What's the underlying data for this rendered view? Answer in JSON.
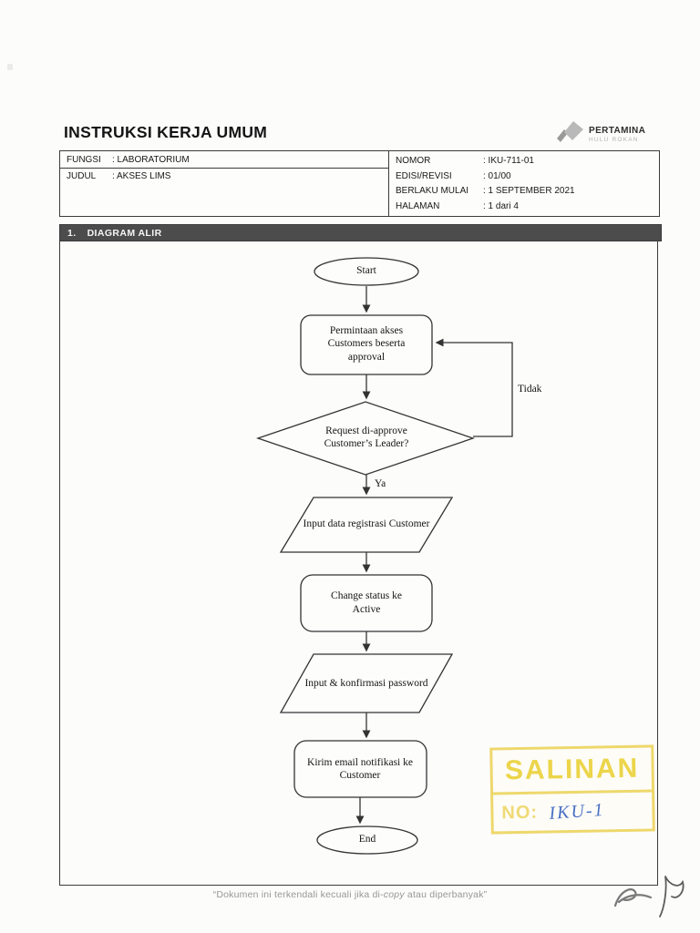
{
  "document": {
    "title": "INSTRUKSI KERJA UMUM",
    "logo": {
      "brand": "PERTAMINA",
      "unit": "HULU ROKAN"
    },
    "footer": {
      "pre": "“Dokumen ini terkendali kecuali jika di-",
      "em": "copy",
      "post": " atau diperbanyak”"
    }
  },
  "header_table": {
    "left_rows": [
      {
        "label": "FUNGSI",
        "value": ": LABORATORIUM"
      },
      {
        "label": "JUDUL",
        "value": ": AKSES LIMS"
      }
    ],
    "right_rows": [
      {
        "label": "NOMOR",
        "value": ": IKU-711-01"
      },
      {
        "label": "EDISI/REVISI",
        "value": ": 01/00"
      },
      {
        "label": "BERLAKU MULAI",
        "value": ": 1 SEPTEMBER 2021"
      },
      {
        "label": "HALAMAN",
        "value": ": 1 dari 4"
      }
    ]
  },
  "section": {
    "number": "1.",
    "title": "DIAGRAM ALIR"
  },
  "flowchart": {
    "nodes": [
      {
        "id": "start",
        "shape": "terminator",
        "label": "Start"
      },
      {
        "id": "request-access",
        "shape": "process",
        "label": "Permintaan akses Customers beserta approval"
      },
      {
        "id": "approval-decision",
        "shape": "decision",
        "label": "Request di-approve Customer’s Leader?"
      },
      {
        "id": "input-registration",
        "shape": "input-output",
        "label": "Input data registrasi Customer"
      },
      {
        "id": "change-status",
        "shape": "process",
        "label": "Change status ke Active"
      },
      {
        "id": "input-password",
        "shape": "input-output",
        "label": "Input & konfirmasi password"
      },
      {
        "id": "send-email",
        "shape": "process",
        "label": "Kirim email notifikasi ke Customer"
      },
      {
        "id": "end",
        "shape": "terminator",
        "label": "End"
      }
    ],
    "branch_labels": {
      "yes": "Ya",
      "no": "Tidak"
    }
  },
  "stamp": {
    "title": "SALINAN",
    "no_label": "NO:",
    "no_value": "IKU-1"
  },
  "colors": {
    "section_bar": "#4c4c4c",
    "table_border": "#3b3b3b",
    "flow_line": "#333333",
    "stamp_yellow": "#e8cc3e",
    "handwriting_blue": "#4a6fc4"
  }
}
